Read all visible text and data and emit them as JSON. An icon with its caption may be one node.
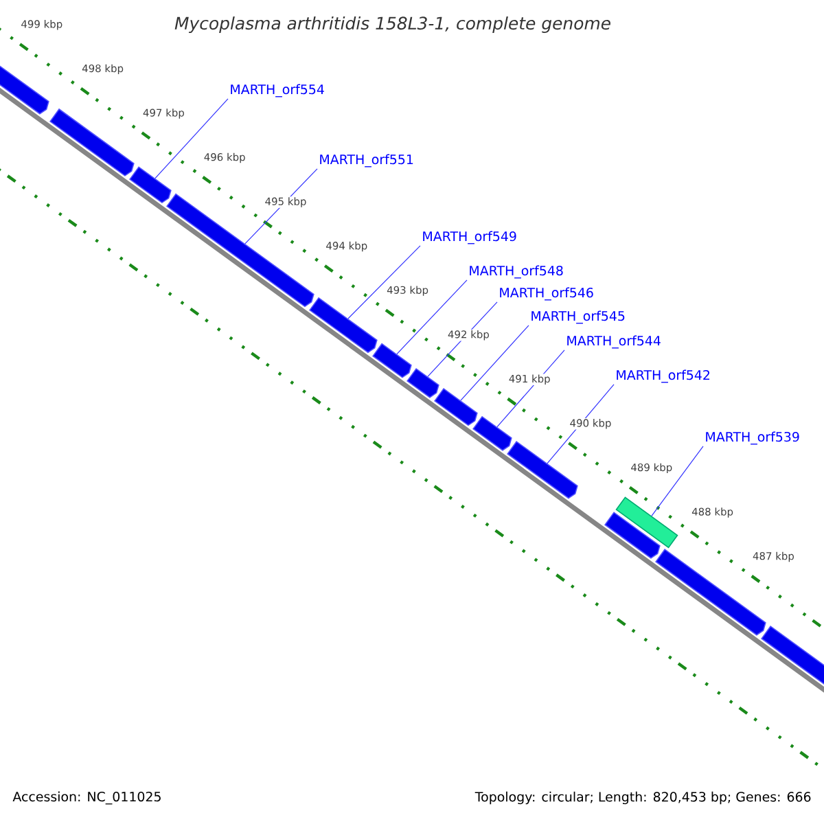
{
  "diagram": {
    "title": "Mycoplasma arthritidis 158L3-1, complete genome",
    "nodes": [
      {
        "text": [],
        "shape": "arrow"
      },
      {
        "text": [],
        "shape": "arrow"
      },
      {
        "text": [],
        "shape": "arrow"
      },
      {
        "text": [],
        "shape": "arrow"
      },
      {
        "text": [],
        "shape": "arrow"
      },
      {
        "text": [],
        "shape": "arrow"
      },
      {
        "text": [],
        "shape": "arrow"
      },
      {
        "text": [],
        "shape": "arrow"
      },
      {
        "text": [],
        "shape": "arrow"
      },
      {
        "text": [],
        "shape": "arrow"
      },
      {
        "text": [],
        "shape": "arrow"
      },
      {
        "text": [],
        "shape": "box"
      },
      {
        "text": [],
        "shape": "arrow"
      },
      {
        "text": [],
        "shape": "arrow"
      },
      {
        "text": [
          "MARTH_orf554"
        ]
      },
      {
        "text": [
          "MARTH_orf551"
        ]
      },
      {
        "text": [
          "MARTH_orf549"
        ]
      },
      {
        "text": [
          "MARTH_orf548"
        ]
      },
      {
        "text": [
          "MARTH_orf546"
        ]
      },
      {
        "text": [
          "MARTH_orf545"
        ]
      },
      {
        "text": [
          "MARTH_orf544"
        ]
      },
      {
        "text": [
          "MARTH_orf542"
        ]
      },
      {
        "text": [
          "MARTH_orf539"
        ]
      }
    ],
    "edges": [
      {
        "from": 14,
        "to": 2,
        "arrow": "none"
      },
      {
        "from": 15,
        "to": 3,
        "arrow": "none"
      },
      {
        "from": 16,
        "to": 4,
        "arrow": "none"
      },
      {
        "from": 17,
        "to": 5,
        "arrow": "none"
      },
      {
        "from": 18,
        "to": 6,
        "arrow": "none"
      },
      {
        "from": 19,
        "to": 7,
        "arrow": "none"
      },
      {
        "from": 20,
        "to": 8,
        "arrow": "none"
      },
      {
        "from": 21,
        "to": 9,
        "arrow": "none"
      },
      {
        "from": 22,
        "to": 11,
        "arrow": "none"
      }
    ],
    "labels": [
      "499 kbp",
      "498 kbp",
      "497 kbp",
      "496 kbp",
      "495 kbp",
      "494 kbp",
      "493 kbp",
      "492 kbp",
      "491 kbp",
      "490 kbp",
      "489 kbp",
      "488 kbp",
      "487 kbp",
      "Accession: NC_011025",
      "Topology: circular; Length: 820,453 bp; Genes: 666"
    ]
  }
}
